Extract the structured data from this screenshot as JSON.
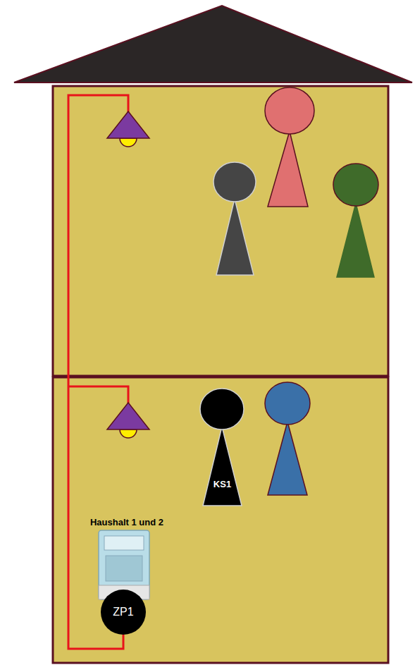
{
  "diagram": {
    "nodes": [
      {
        "text": [
          "KS1"
        ]
      },
      {
        "text": [
          "ZP1"
        ]
      }
    ],
    "labels": [
      "Haushalt 1 und 2"
    ]
  }
}
